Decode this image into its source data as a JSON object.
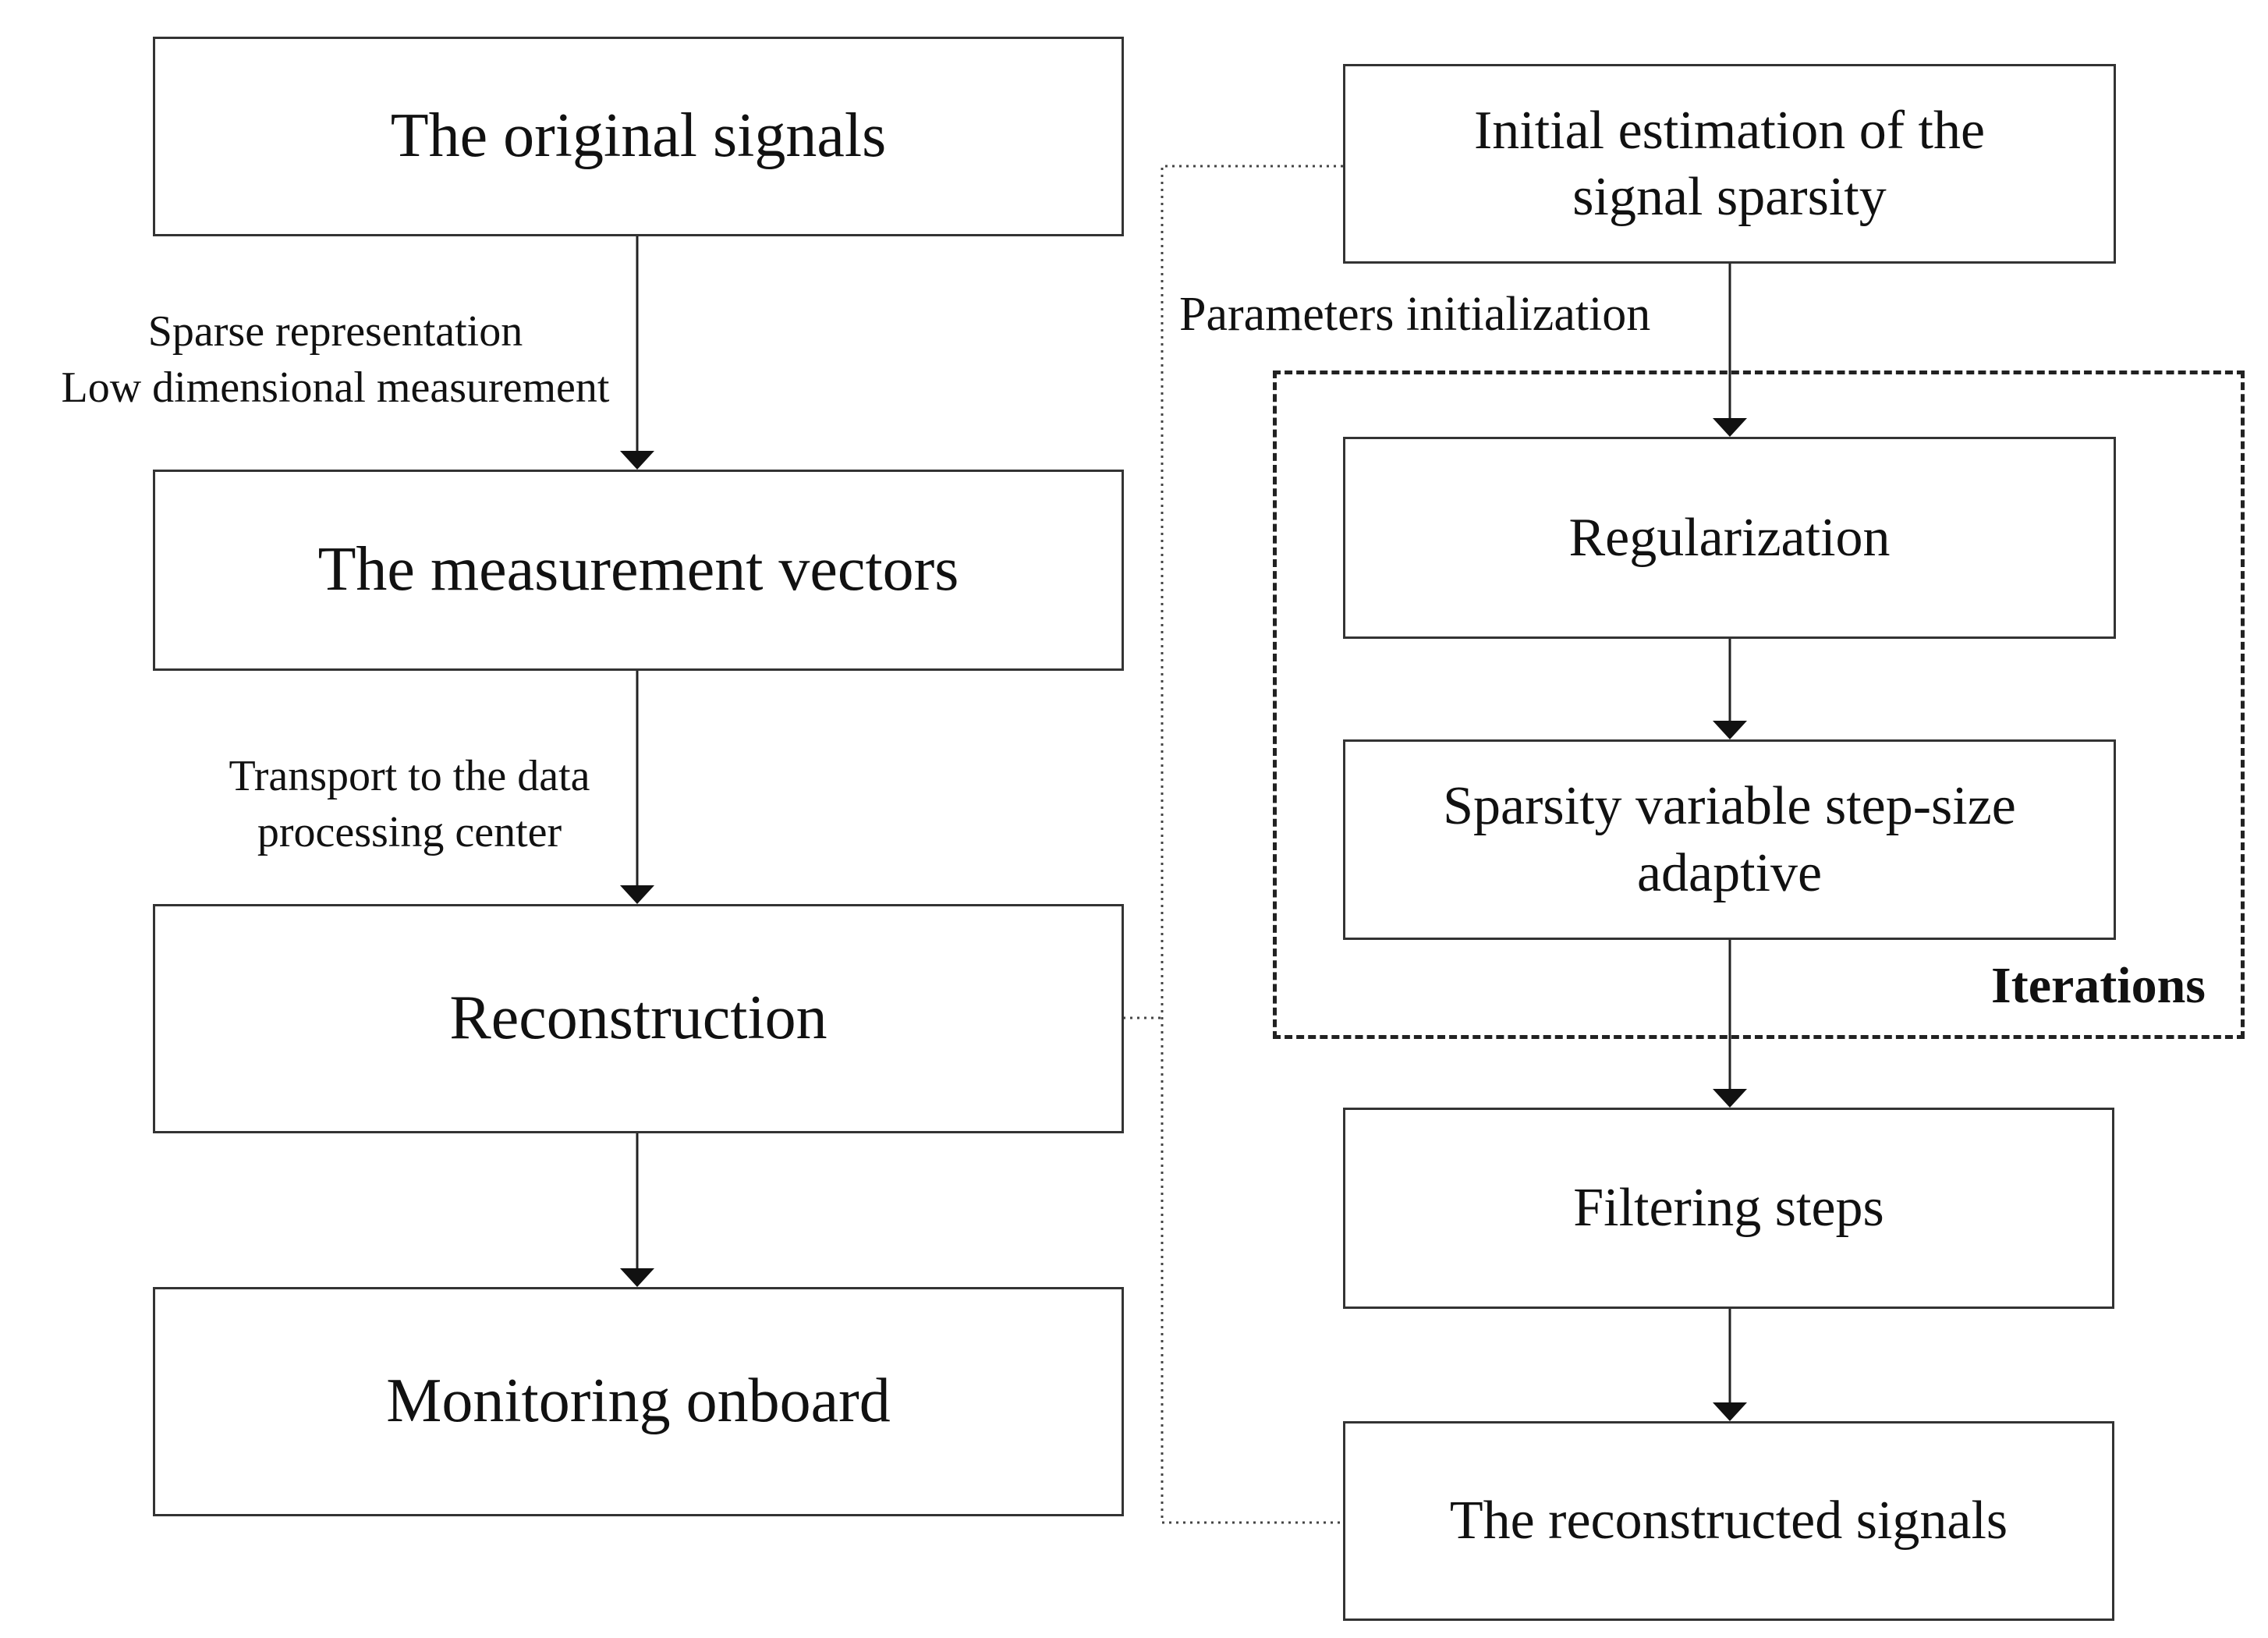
{
  "left_flow": {
    "original_signals": "The original signals",
    "step1_label": "Sparse representation\nLow dimensional measurement",
    "measurement_vectors": "The measurement vectors",
    "step2_label": "Transport to the data\nprocessing center",
    "reconstruction": "Reconstruction",
    "monitoring": "Monitoring onboard"
  },
  "right_flow": {
    "initial_estimation": "Initial estimation of the\nsignal sparsity",
    "parameters_label": "Parameters initialization",
    "regularization": "Regularization",
    "sparsity_adaptive": "Sparsity variable step-size\nadaptive",
    "iterations_label": "Iterations",
    "filtering": "Filtering steps",
    "reconstructed": "The reconstructed signals"
  }
}
